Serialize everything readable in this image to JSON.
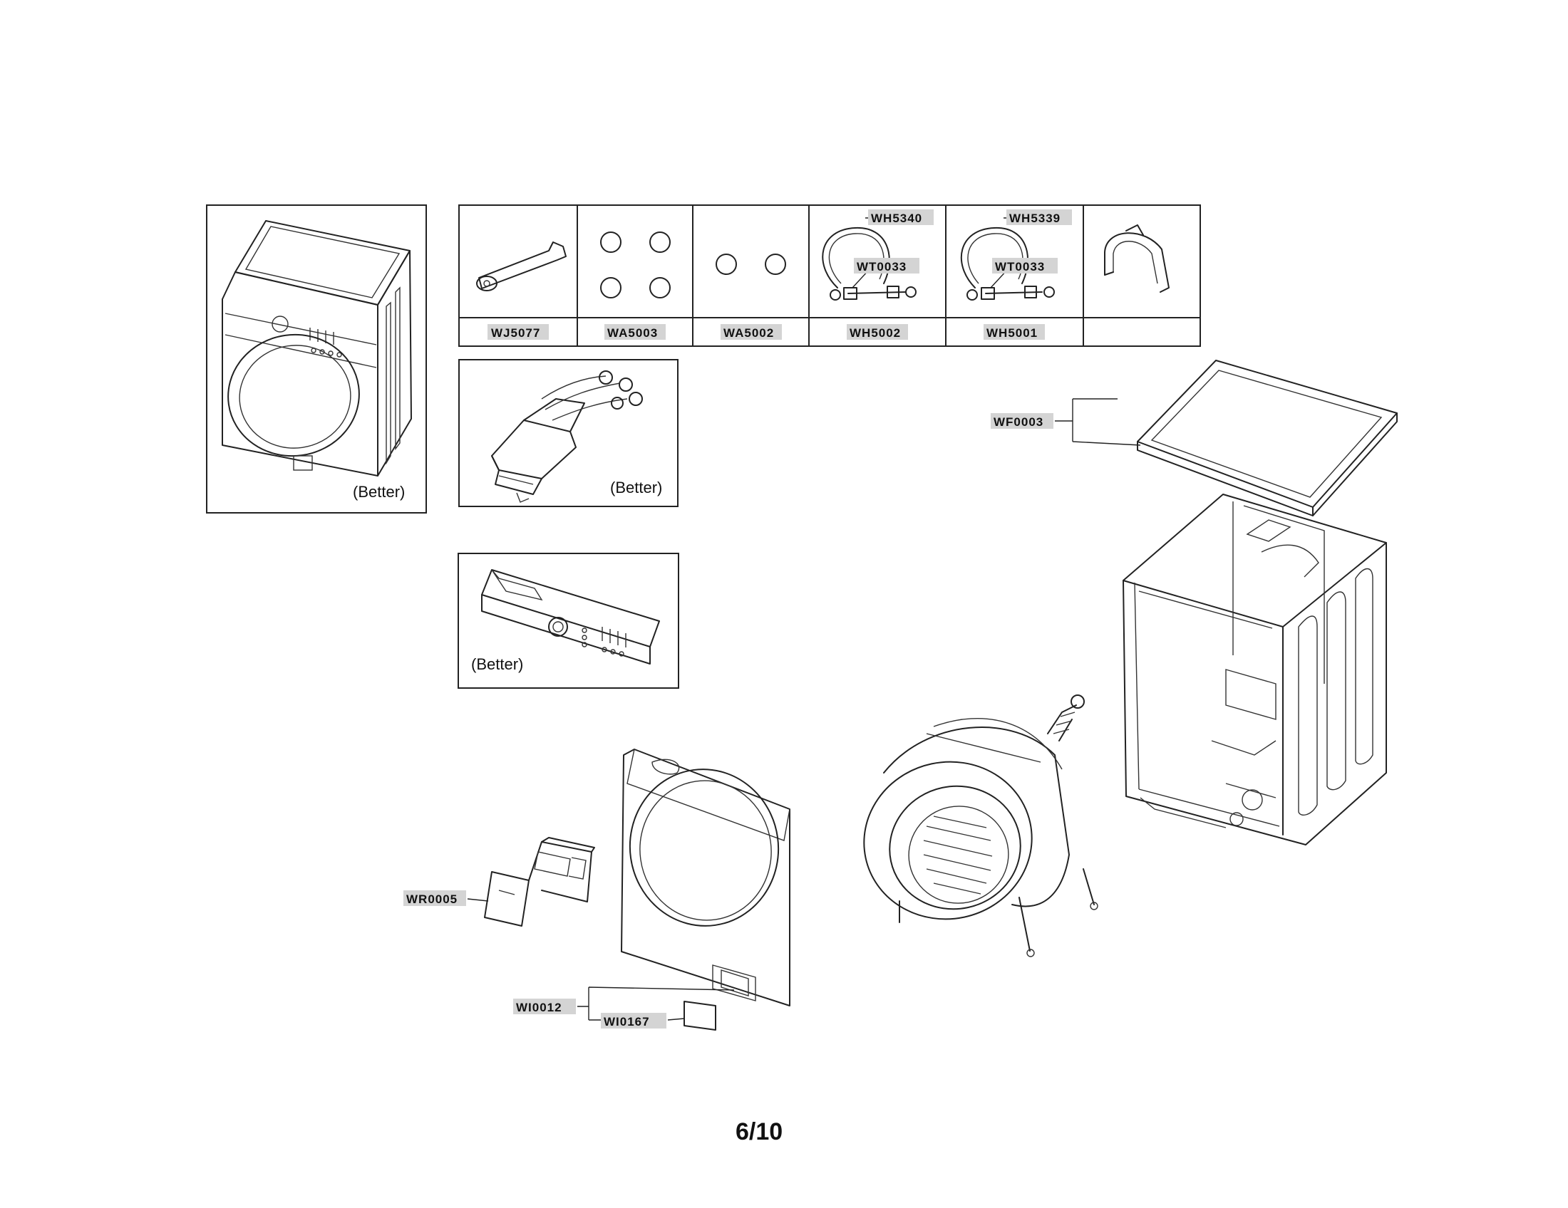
{
  "accessory_strip": {
    "cells": [
      {
        "code": "WJ5077",
        "icon": "spanner-icon"
      },
      {
        "code": "WA5003",
        "icon": "four-caps-icon"
      },
      {
        "code": "WA5002",
        "icon": "two-caps-icon"
      },
      {
        "code": "WH5002",
        "icon": "inlet-hose-icon",
        "hose_code": "WH5340",
        "washer_code": "WT0033"
      },
      {
        "code": "WH5001",
        "icon": "inlet-hose-icon",
        "hose_code": "WH5339",
        "washer_code": "WT0033"
      },
      {
        "code": "",
        "icon": "hose-guide-icon"
      }
    ]
  },
  "panels": {
    "washer_variant": "(Better)",
    "dispenser_housing_variant": "(Better)",
    "control_panel_variant": "(Better)"
  },
  "callouts": {
    "top_cover": "WF0003",
    "detergent_drawer": "WR0005",
    "filter_cover_group": "WI0012",
    "filter_cover": "WI0167"
  },
  "page_number": "6/10"
}
